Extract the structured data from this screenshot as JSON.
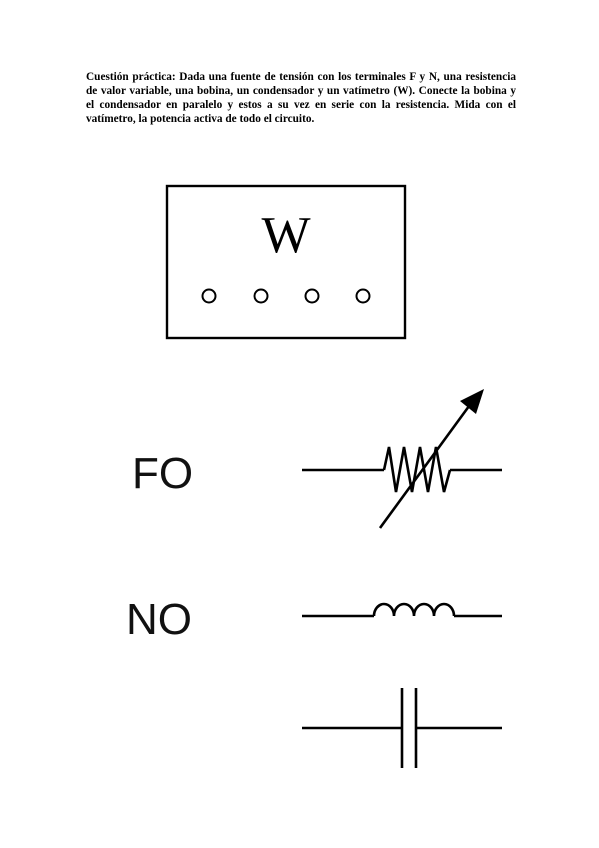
{
  "question": {
    "text": "Cuestión práctica: Dada una fuente de tensión con los terminales F y N, una resistencia de valor variable, una bobina, un condensador y un vatímetro (W). Conecte la bobina y el condensador en paralelo y estos a su vez en serie con la resistencia. Mida con el vatímetro, la potencia activa de todo el circuito."
  },
  "wattmeter": {
    "label": "W"
  },
  "terminals": {
    "f_label": "FO",
    "n_label": "NO"
  },
  "components": {
    "resistor": "variable-resistor",
    "inductor": "inductor-coil",
    "capacitor": "capacitor"
  }
}
